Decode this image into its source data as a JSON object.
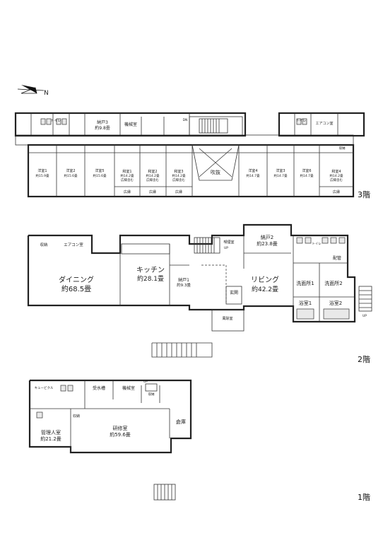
{
  "floors": [
    {
      "id": "3F",
      "label": "3階"
    },
    {
      "id": "2F",
      "label": "2階"
    },
    {
      "id": "1F",
      "label": "1階"
    }
  ],
  "compass": {
    "label": "N"
  },
  "f3": {
    "toilet": "トイレ",
    "toilet2": "トイレ",
    "storage3": "納戸3",
    "storage3_area": "約9.8畳",
    "machine": "機械室",
    "dn": "DN",
    "aircon": "エアコン室",
    "shuno": "収納",
    "fukinuke": "吹抜",
    "bedrooms": [
      {
        "name": "洋室1",
        "area": "約15.9畳"
      },
      {
        "name": "洋室2",
        "area": "約15.6畳"
      },
      {
        "name": "洋室5",
        "area": "約15.6畳"
      },
      {
        "name": "和室1",
        "area": "約14.2畳",
        "note": "広縁含む"
      },
      {
        "name": "和室2",
        "area": "約14.2畳",
        "note": "広縁含む"
      },
      {
        "name": "和室3",
        "area": "約14.2畳",
        "note": "広縁含む"
      },
      {
        "name": "洋室4",
        "area": "約14.7畳"
      },
      {
        "name": "洋室3",
        "area": "約14.7畳"
      },
      {
        "name": "洋室6",
        "area": "約14.7畳"
      },
      {
        "name": "和室4",
        "area": "約14.2畳",
        "note": "広縁含む"
      }
    ],
    "hiroen": "広縁"
  },
  "f2": {
    "shuno": "収納",
    "aircon": "エアコン室",
    "dining": "ダイニング",
    "dining_area": "約68.5畳",
    "kitchen": "キッチン",
    "kitchen_area": "約28.1畳",
    "storage1": "納戸1",
    "storage1_area": "約9.3畳",
    "storage2": "納戸2",
    "storage2_area": "約23.8畳",
    "living": "リビング",
    "living_area": "約42.2畳",
    "cleaning": "喫煙室",
    "up": "UP",
    "entrance": "玄関",
    "windbreak": "風除室",
    "toilet": "トイレ",
    "pipe": "配管",
    "wash1": "洗面所1",
    "wash2": "洗面所2",
    "bath1": "浴室1",
    "bath2": "浴室2"
  },
  "f1": {
    "cubicle": "キュービクル",
    "water": "受水槽",
    "machine": "機械室",
    "shuno": "収納",
    "manager": "管理人室",
    "manager_area": "約21.2畳",
    "training": "研修室",
    "training_area": "約59.6畳",
    "warehouse": "倉庫",
    "up": "UP"
  }
}
